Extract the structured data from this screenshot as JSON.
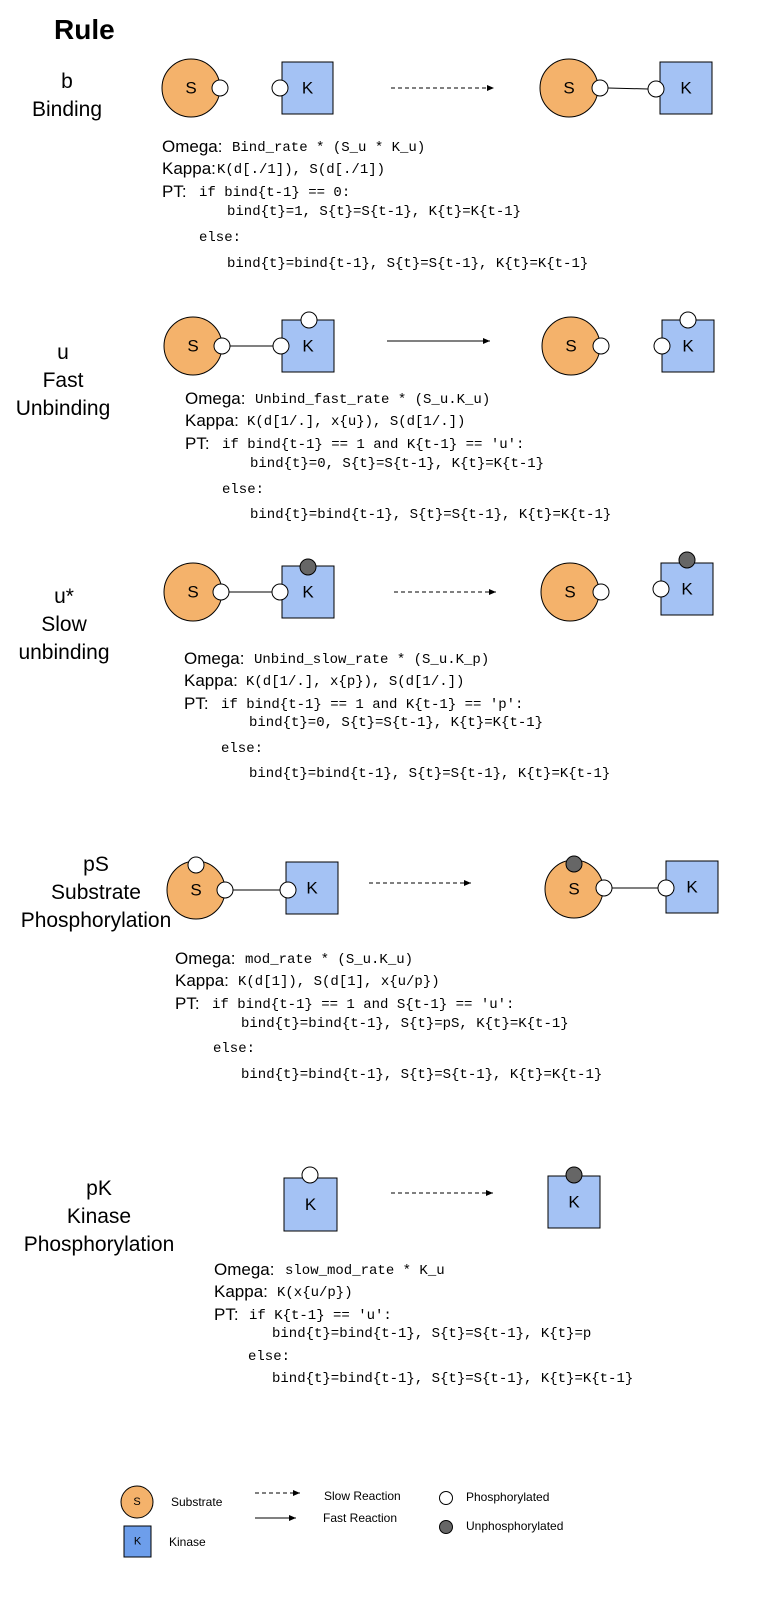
{
  "title": "Rule",
  "colors": {
    "substrate_fill": "#f4b26b",
    "kinase_fill": "#a4c2f4",
    "kinase_legend_fill": "#6d9eeb",
    "site_empty": "#ffffff",
    "site_filled": "#666666",
    "stroke": "#000000"
  },
  "rules": [
    {
      "id": "b",
      "label_lines": [
        "b",
        "Binding"
      ],
      "omega_label": "Omega:",
      "omega": "Bind_rate * (S_u * K_u)",
      "kappa_label": "Kappa:",
      "kappa": "K(d[./1]), S(d[./1])",
      "pt_label": "PT:",
      "pt_if": "if bind{t-1} == 0:",
      "pt_then": "bind{t}=1, S{t}=S{t-1}, K{t}=K{t-1}",
      "pt_else": "else:",
      "pt_else_body": "bind{t}=bind{t-1}, S{t}=S{t-1}, K{t}=K{t-1}",
      "arrow": "slow"
    },
    {
      "id": "u",
      "label_lines": [
        "u",
        "Fast",
        "Unbinding"
      ],
      "omega_label": "Omega:",
      "omega": "Unbind_fast_rate * (S_u.K_u)",
      "kappa_label": "Kappa:",
      "kappa": "K(d[1/.], x{u}), S(d[1/.])",
      "pt_label": "PT:",
      "pt_if": "if bind{t-1} == 1 and K{t-1} == 'u':",
      "pt_then": "bind{t}=0, S{t}=S{t-1}, K{t}=K{t-1}",
      "pt_else": "else:",
      "pt_else_body": "bind{t}=bind{t-1}, S{t}=S{t-1}, K{t}=K{t-1}",
      "arrow": "fast"
    },
    {
      "id": "u_star",
      "label_lines": [
        "u*",
        "Slow",
        "unbinding"
      ],
      "omega_label": "Omega:",
      "omega": "Unbind_slow_rate * (S_u.K_p)",
      "kappa_label": "Kappa:",
      "kappa": "K(d[1/.], x{p}), S(d[1/.])",
      "pt_label": "PT:",
      "pt_if": "if bind{t-1} == 1 and K{t-1} == 'p':",
      "pt_then": "bind{t}=0, S{t}=S{t-1}, K{t}=K{t-1}",
      "pt_else": "else:",
      "pt_else_body": "bind{t}=bind{t-1}, S{t}=S{t-1}, K{t}=K{t-1}",
      "arrow": "slow"
    },
    {
      "id": "pS",
      "label_lines": [
        "pS",
        "Substrate",
        "Phosphorylation"
      ],
      "omega_label": "Omega:",
      "omega": "mod_rate * (S_u.K_u)",
      "kappa_label": "Kappa:",
      "kappa": "K(d[1]), S(d[1], x{u/p})",
      "pt_label": "PT:",
      "pt_if": "if bind{t-1} == 1 and S{t-1} == 'u':",
      "pt_then": "bind{t}=bind{t-1}, S{t}=pS, K{t}=K{t-1}",
      "pt_else": "else:",
      "pt_else_body": "bind{t}=bind{t-1}, S{t}=S{t-1}, K{t}=K{t-1}",
      "arrow": "slow"
    },
    {
      "id": "pK",
      "label_lines": [
        "pK",
        "Kinase",
        "Phosphorylation"
      ],
      "omega_label": "Omega:",
      "omega": "slow_mod_rate * K_u",
      "kappa_label": "Kappa:",
      "kappa": "K(x{u/p})",
      "pt_label": "PT:",
      "pt_if": "if K{t-1} == 'u':",
      "pt_then": "bind{t}=bind{t-1}, S{t}=S{t-1}, K{t}=p",
      "pt_else": "else:",
      "pt_else_body": "bind{t}=bind{t-1}, S{t}=S{t-1}, K{t}=K{t-1}",
      "arrow": "slow"
    }
  ],
  "shape_labels": {
    "substrate": "S",
    "kinase": "K"
  },
  "legend": {
    "substrate": "Substrate",
    "kinase": "Kinase",
    "slow": "Slow Reaction",
    "fast": "Fast Reaction",
    "phosphorylated": "Phosphorylated",
    "unphosphorylated": "Unphosphorylated"
  }
}
